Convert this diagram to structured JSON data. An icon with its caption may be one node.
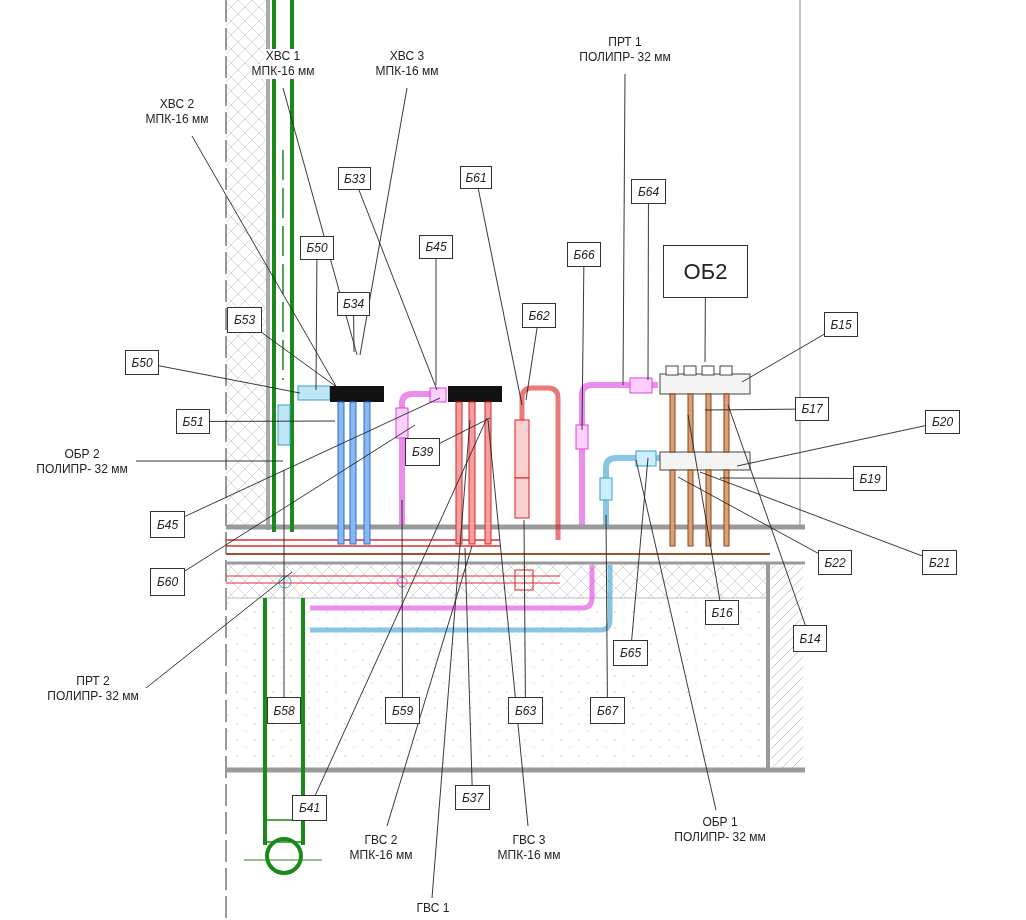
{
  "diagram": {
    "nodes": [
      {
        "text": [
          "ПРТ 1",
          "ПОЛИПР- 32 мм"
        ]
      },
      {
        "text": [
          "ХВС 1",
          "МПК-16 мм"
        ]
      },
      {
        "text": [
          "ХВС 3",
          "МПК-16 мм"
        ]
      },
      {
        "text": [
          "ХВС 2",
          "МПК-16 мм"
        ]
      },
      {
        "text": [
          "Б33"
        ]
      },
      {
        "text": [
          "Б61"
        ]
      },
      {
        "text": [
          "Б64"
        ]
      },
      {
        "text": [
          "Б50"
        ]
      },
      {
        "text": [
          "Б45"
        ]
      },
      {
        "text": [
          "Б66"
        ]
      },
      {
        "text": [
          "ОБ2"
        ]
      },
      {
        "text": [
          "Б34"
        ]
      },
      {
        "text": [
          "Б53"
        ]
      },
      {
        "text": [
          "Б62"
        ]
      },
      {
        "text": [
          "Б15"
        ]
      },
      {
        "text": [
          "Б50"
        ]
      },
      {
        "text": [
          "Б17"
        ]
      },
      {
        "text": [
          "Б51"
        ]
      },
      {
        "text": [
          "Б20"
        ]
      },
      {
        "text": [
          "Б39"
        ]
      },
      {
        "text": [
          "ОБР 2",
          "ПОЛИПР- 32 мм"
        ]
      },
      {
        "text": [
          "Б19"
        ]
      },
      {
        "text": [
          "Б45"
        ]
      },
      {
        "text": [
          "Б22"
        ]
      },
      {
        "text": [
          "Б21"
        ]
      },
      {
        "text": [
          "Б60"
        ]
      },
      {
        "text": [
          "Б16"
        ]
      },
      {
        "text": [
          "Б14"
        ]
      },
      {
        "text": [
          "Б65"
        ]
      },
      {
        "text": [
          "ПРТ 2",
          "ПОЛИПР- 32 мм"
        ]
      },
      {
        "text": [
          "Б58"
        ]
      },
      {
        "text": [
          "Б59"
        ]
      },
      {
        "text": [
          "Б63"
        ]
      },
      {
        "text": [
          "Б67"
        ]
      },
      {
        "text": [
          "Б37"
        ]
      },
      {
        "text": [
          "Б41"
        ]
      },
      {
        "text": [
          "ГВС 2",
          "МПК-16 мм"
        ]
      },
      {
        "text": [
          "ГВС 3",
          "МПК-16 мм"
        ]
      },
      {
        "text": [
          "ОБР 1",
          "ПОЛИПР- 32 мм"
        ]
      },
      {
        "text": [
          "ГВС 1"
        ]
      }
    ],
    "edges": [
      {
        "from": 0,
        "to": null,
        "arrow": "none"
      },
      {
        "from": 1,
        "to": null,
        "arrow": "none"
      },
      {
        "from": 2,
        "to": null,
        "arrow": "none"
      },
      {
        "from": 3,
        "to": null,
        "arrow": "none"
      },
      {
        "from": 4,
        "to": null,
        "arrow": "none"
      },
      {
        "from": 5,
        "to": null,
        "arrow": "none"
      },
      {
        "from": 6,
        "to": null,
        "arrow": "none"
      },
      {
        "from": 7,
        "to": null,
        "arrow": "none"
      },
      {
        "from": 8,
        "to": null,
        "arrow": "none"
      },
      {
        "from": 9,
        "to": null,
        "arrow": "none"
      },
      {
        "from": 10,
        "to": null,
        "arrow": "none"
      },
      {
        "from": 11,
        "to": null,
        "arrow": "none"
      },
      {
        "from": 12,
        "to": null,
        "arrow": "none"
      },
      {
        "from": 13,
        "to": null,
        "arrow": "none"
      },
      {
        "from": 14,
        "to": null,
        "arrow": "none"
      },
      {
        "from": 15,
        "to": null,
        "arrow": "none"
      },
      {
        "from": 16,
        "to": null,
        "arrow": "none"
      },
      {
        "from": 17,
        "to": null,
        "arrow": "none"
      },
      {
        "from": 18,
        "to": null,
        "arrow": "none"
      },
      {
        "from": 19,
        "to": null,
        "arrow": "none"
      },
      {
        "from": 20,
        "to": null,
        "arrow": "none"
      },
      {
        "from": 21,
        "to": null,
        "arrow": "none"
      },
      {
        "from": 22,
        "to": null,
        "arrow": "none"
      },
      {
        "from": 23,
        "to": null,
        "arrow": "none"
      },
      {
        "from": 24,
        "to": null,
        "arrow": "none"
      },
      {
        "from": 25,
        "to": null,
        "arrow": "none"
      },
      {
        "from": 26,
        "to": null,
        "arrow": "none"
      },
      {
        "from": 27,
        "to": null,
        "arrow": "none"
      },
      {
        "from": 28,
        "to": null,
        "arrow": "none"
      },
      {
        "from": 29,
        "to": null,
        "arrow": "none"
      },
      {
        "from": 30,
        "to": null,
        "arrow": "none"
      },
      {
        "from": 31,
        "to": null,
        "arrow": "none"
      },
      {
        "from": 32,
        "to": null,
        "arrow": "none"
      },
      {
        "from": 33,
        "to": null,
        "arrow": "none"
      },
      {
        "from": 34,
        "to": null,
        "arrow": "none"
      },
      {
        "from": 35,
        "to": null,
        "arrow": "none"
      },
      {
        "from": 36,
        "to": null,
        "arrow": "none"
      },
      {
        "from": 37,
        "to": null,
        "arrow": "none"
      },
      {
        "from": 38,
        "to": null,
        "arrow": "none"
      },
      {
        "from": 39,
        "to": null,
        "arrow": "none"
      }
    ]
  }
}
